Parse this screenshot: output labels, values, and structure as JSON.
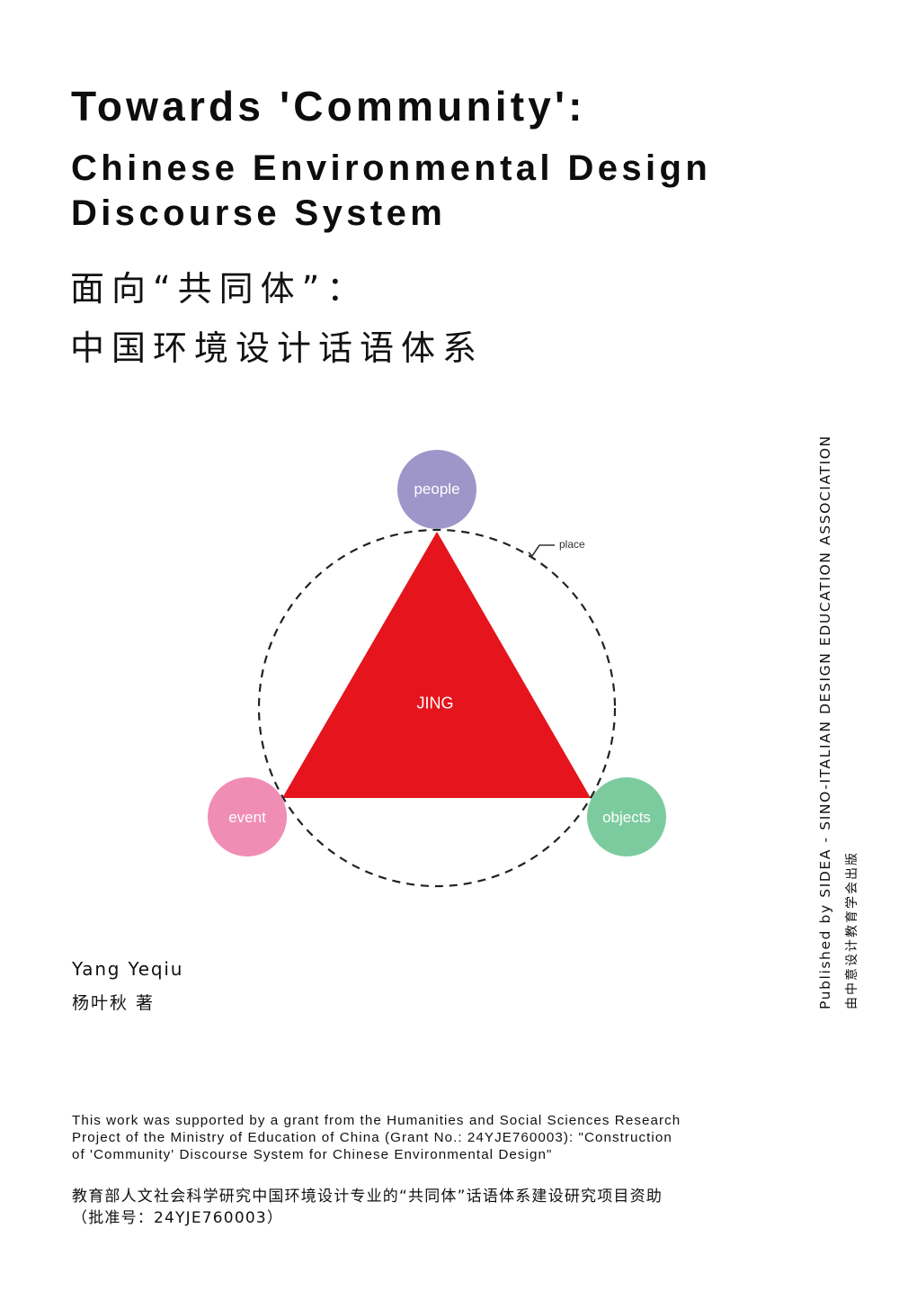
{
  "title": {
    "en_line1": "Towards 'Community':",
    "en_line2": "Chinese Environmental Design",
    "en_line3": "Discourse System",
    "zh_line1": "面向“共同体”：",
    "zh_line2": "中国环境设计话语体系"
  },
  "diagram": {
    "center_label": "JING",
    "ring_label": "place",
    "nodes": [
      {
        "label": "people",
        "color": "#9e95c8"
      },
      {
        "label": "event",
        "color": "#f08db4"
      },
      {
        "label": "objects",
        "color": "#7ccb9e"
      }
    ],
    "triangle_color": "#e5141d",
    "ring_color": "#222222"
  },
  "author": {
    "name_en": "Yang Yeqiu",
    "name_zh": "杨叶秋 著"
  },
  "publisher": {
    "en": "Published by  SIDEA - SINO-ITALIAN DESIGN EDUCATION ASSOCIATION",
    "zh": "由中意设计教育学会出版"
  },
  "grant": {
    "en_lines": [
      "This work was supported by a grant from the Humanities and Social Sciences Research",
      "Project of the Ministry of Education of China (Grant No.: 24YJE760003): \"Construction",
      "of 'Community' Discourse System for Chinese Environmental Design\""
    ],
    "zh_lines": [
      "教育部人文社会科学研究中国环境设计专业的“共同体”话语体系建设研究项目资助",
      "（批准号：24YJE760003）"
    ]
  }
}
